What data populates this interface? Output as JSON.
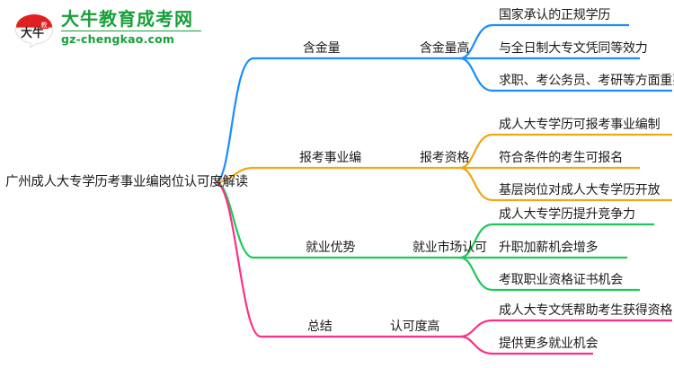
{
  "logo": {
    "name_cn": "大牛教育成考网",
    "domain": "gz-chengkao.com",
    "mark_text": "大牛",
    "color_green": "#18a03a",
    "color_red": "#e02020"
  },
  "mindmap": {
    "root": {
      "label": "广州成人大专学历考事业编岗位认可度解读"
    },
    "branches": [
      {
        "level1": "含金量",
        "level2": "含金量高",
        "color": "#1a8cff",
        "leaves": [
          "国家承认的正规学历",
          "与全日制大专文凭同等效力",
          "求职、考公务员、考研等方面重要"
        ]
      },
      {
        "level1": "报考事业编",
        "level2": "报考资格",
        "color": "#f0a616",
        "leaves": [
          "成人大专学历可报考事业编制",
          "符合条件的考生可报名",
          "基层岗位对成人大专学历开放"
        ]
      },
      {
        "level1": "就业优势",
        "level2": "就业市场认可",
        "color": "#1fc85a",
        "leaves": [
          "成人大专学历提升竞争力",
          "升职加薪机会增多",
          "考取职业资格证书机会"
        ]
      },
      {
        "level1": "总结",
        "level2": "认可度高",
        "color": "#ff2d8a",
        "leaves": [
          "成人大专文凭帮助考生获得资格",
          "提供更多就业机会"
        ]
      }
    ]
  }
}
